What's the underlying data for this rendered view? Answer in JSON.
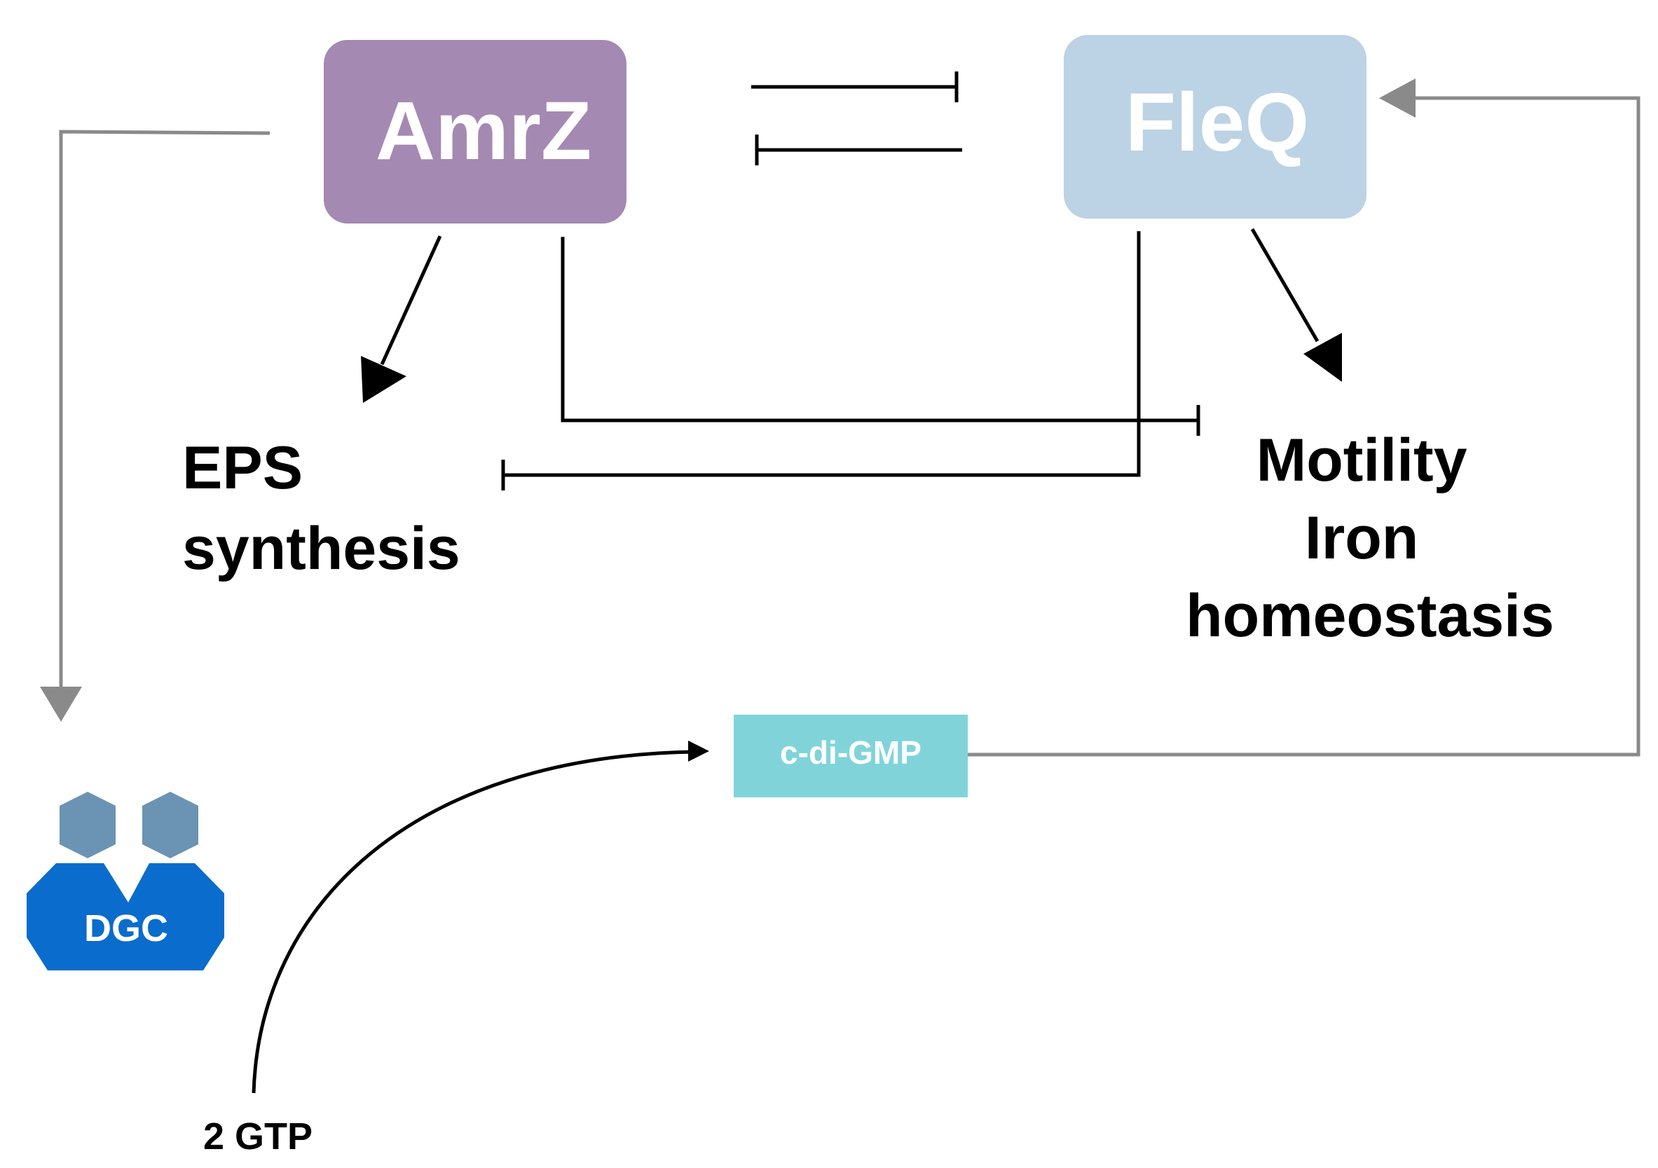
{
  "nodes": {
    "amrz": {
      "label": "AmrZ",
      "fill": "#a489b3"
    },
    "fleq": {
      "label": "FleQ",
      "fill": "#bcd2e5"
    },
    "eps": {
      "line1": "EPS",
      "line2": "synthesis"
    },
    "motility": {
      "line1": "Motility",
      "line2": "Iron",
      "line3": "homeostasis"
    },
    "cdigmp": {
      "label": "c-di-GMP",
      "fill": "#80d4d9"
    },
    "dgc": {
      "label": "DGC",
      "fill": "#0a6ccc",
      "ligand_fill": "#6b93b3"
    },
    "gtp": {
      "label": "2 GTP"
    }
  },
  "colors": {
    "black_edge": "#000000",
    "gray_edge": "#8a8a8a"
  }
}
